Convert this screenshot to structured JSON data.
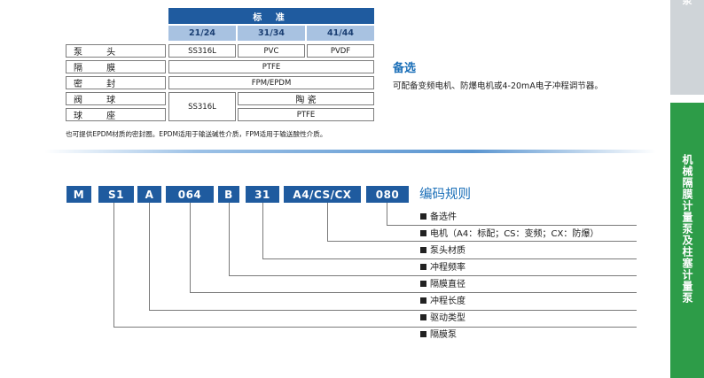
{
  "side_tabs": {
    "top_label": "泵",
    "active_label": "机械隔膜计量泵及柱塞计量泵"
  },
  "materials_table": {
    "standard_header": "标 准",
    "sizes": [
      "21/24",
      "31/34",
      "41/44"
    ],
    "rows": {
      "pump_head": {
        "label": "泵 头",
        "values": [
          "SS316L",
          "PVC",
          "PVDF"
        ]
      },
      "diaphragm": {
        "label": "隔 膜",
        "value": "PTFE"
      },
      "seal": {
        "label": "密 封",
        "value": "FPM/EPDM"
      },
      "valve_ball": {
        "label": "阀 球",
        "value": "陶 瓷"
      },
      "ball_seat": {
        "label": "球 座",
        "value": "PTFE"
      },
      "valve_ball_seat_left": "SS316L"
    },
    "note": "也可提供EPDM材质的密封圈。EPDM适用于输送碱性介质，FPM适用于输送酸性介质。"
  },
  "options": {
    "title": "备选",
    "text": "可配备变频电机、防爆电机或4-20mA电子冲程调节器。"
  },
  "coding": {
    "title": "编码规则",
    "codes": [
      "M",
      "S1",
      "A",
      "064",
      "B",
      "31",
      "A4/CS/CX",
      "080"
    ],
    "legend": [
      "备选件",
      "电机（A4：标配；CS：变频；CX：防爆）",
      "泵头材质",
      "冲程频率",
      "隔膜直径",
      "冲程长度",
      "驱动类型",
      "隔膜泵"
    ]
  },
  "colors": {
    "header_blue": "#1f5b9f",
    "subheader_blue": "#a8c2e1",
    "accent_blue": "#1b6fb8",
    "tab_green": "#2d9c48",
    "tab_grey": "#cfd4d8"
  }
}
